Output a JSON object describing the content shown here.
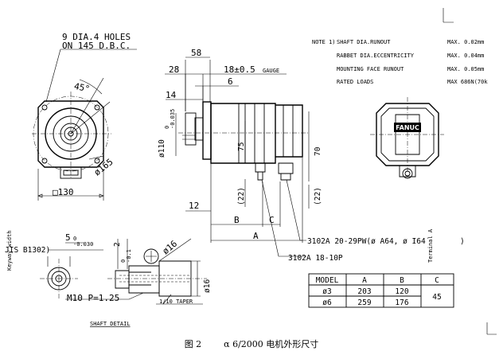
{
  "front_view": {
    "holes_line1": "9 DIA.4 HOLES",
    "holes_line2": "ON 145 D.B.C.",
    "angle": "45°",
    "bolt_circle": "ø165",
    "flange": "□130"
  },
  "side_view": {
    "d58": "58",
    "d28": "28",
    "d18": "18±0.5",
    "gauge": "GAUGE",
    "d6": "6",
    "d14": "14",
    "d110": "ø110",
    "tol110": "0\n-0.035",
    "d75": "75",
    "d70": "70",
    "d22a": "(22)",
    "d22b": "(22)",
    "d12": "12",
    "B": "B",
    "C": "C",
    "A": "A",
    "conn1": "3102A 20-29PW(ø A64, ø I64",
    "conn1_close": ")",
    "conn2": "3102A 18-10P",
    "terminal": "Terminal A"
  },
  "notes": {
    "header": "NOTE 1)",
    "rows": [
      {
        "label": "SHAFT DIA.RUNOUT",
        "value": "MAX. 0.02mm"
      },
      {
        "label": "RABBET DIA.ECCENTRICITY",
        "value": "MAX. 0.04mm"
      },
      {
        "label": "MOUNTING FACE RUNOUT",
        "value": "MAX. 0.05mm"
      },
      {
        "label": "RATED LOADS",
        "value": "MAX 686N(70k"
      }
    ]
  },
  "rear_view": {
    "brand": "FANUC"
  },
  "shaft_detail": {
    "title": "SHAFT DETAIL",
    "key_side": "Keyway width",
    "jis": "JIS B1302)",
    "d5": "5",
    "d5tol": "0\n-0.030",
    "d2": "2",
    "d2tol": "0\n-0.1",
    "d16": "ø16",
    "d16b": "ø16",
    "thread": "M10 P=1.25",
    "taper": "1/10 TAPER"
  },
  "table": {
    "headers": [
      "MODEL",
      "A",
      "B",
      "C"
    ],
    "rows": [
      {
        "model": "ø3",
        "a": "203",
        "b": "120"
      },
      {
        "model": "ø6",
        "a": "259",
        "b": "176"
      }
    ],
    "c_value": "45"
  },
  "caption": {
    "fig": "图 2",
    "text": "α 6/2000 电机外形尺寸"
  }
}
